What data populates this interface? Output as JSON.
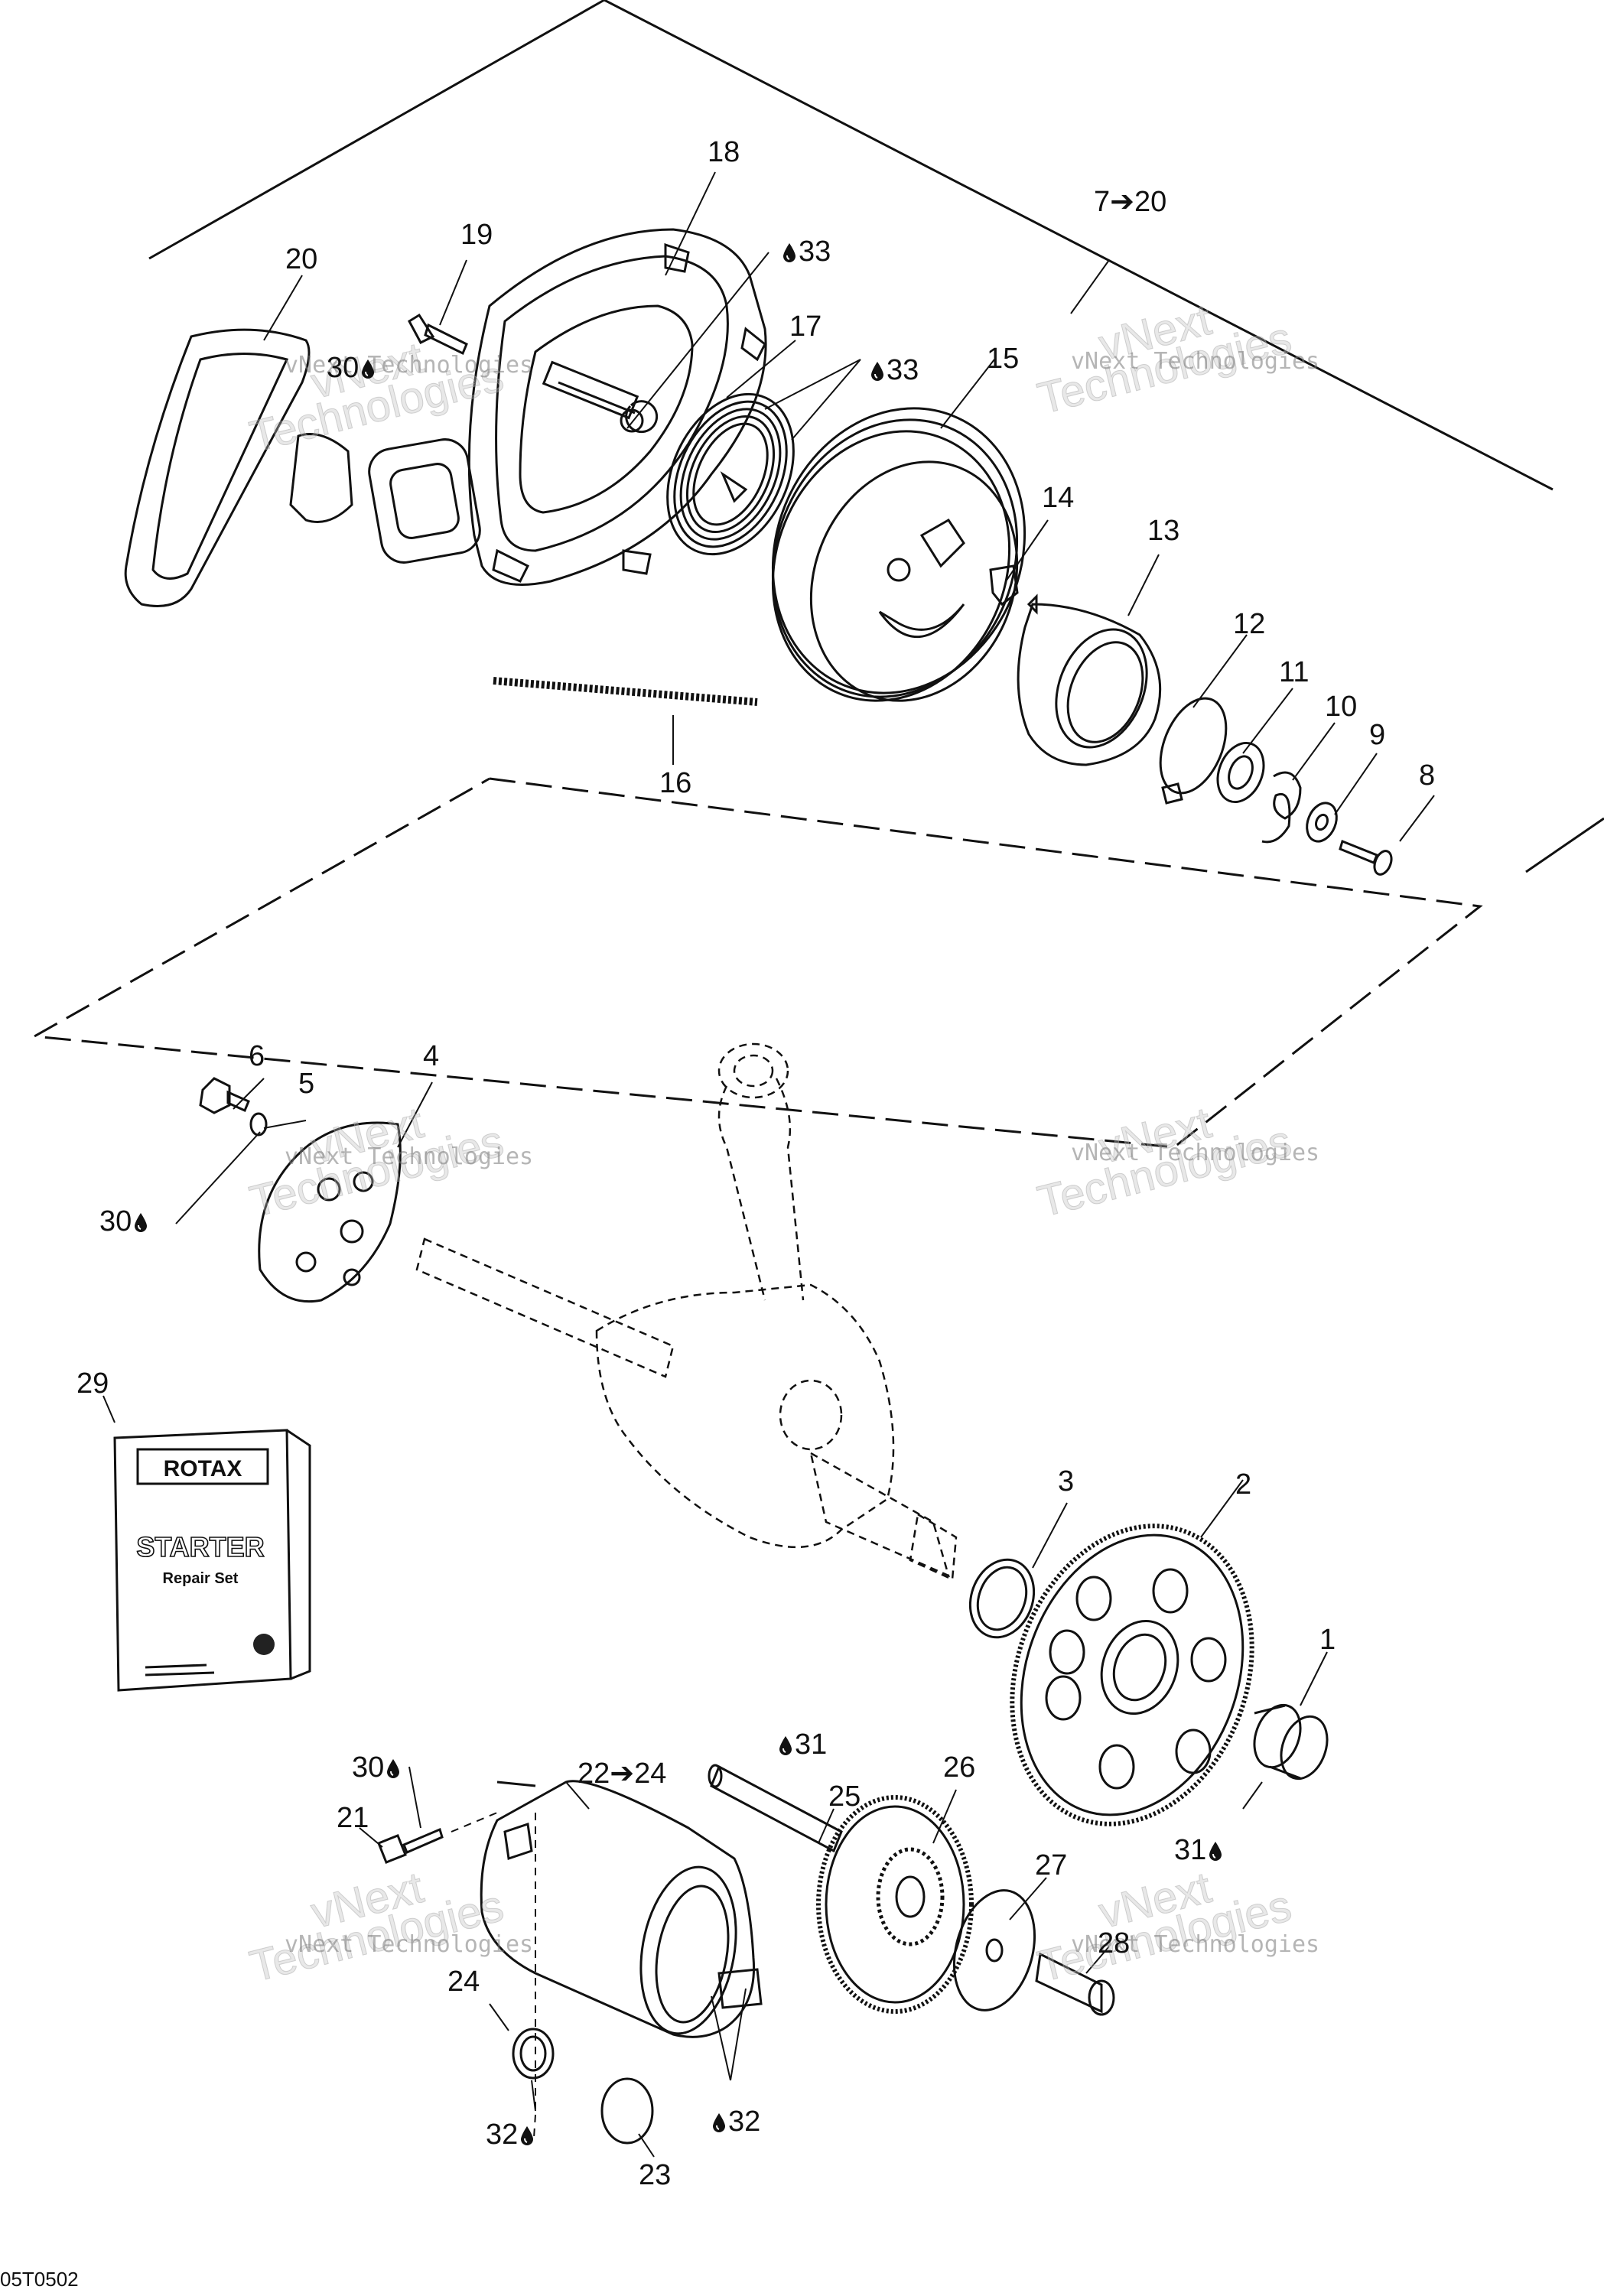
{
  "diagram_ref": "05T0502",
  "watermark": {
    "line1": "vNext",
    "line2": "Technologies",
    "text": "vNext Technologies"
  },
  "repair_book": {
    "brand": "ROTAX",
    "title": "STARTER",
    "subtitle": "Repair Set"
  },
  "callouts": [
    {
      "id": "c1",
      "text": "1"
    },
    {
      "id": "c2",
      "text": "2"
    },
    {
      "id": "c3",
      "text": "3"
    },
    {
      "id": "c4",
      "text": "4"
    },
    {
      "id": "c5",
      "text": "5"
    },
    {
      "id": "c6",
      "text": "6"
    },
    {
      "id": "c7",
      "text": "7➔20"
    },
    {
      "id": "c8",
      "text": "8"
    },
    {
      "id": "c9",
      "text": "9"
    },
    {
      "id": "c10",
      "text": "10"
    },
    {
      "id": "c11",
      "text": "11"
    },
    {
      "id": "c12",
      "text": "12"
    },
    {
      "id": "c13",
      "text": "13"
    },
    {
      "id": "c14",
      "text": "14"
    },
    {
      "id": "c15",
      "text": "15"
    },
    {
      "id": "c16",
      "text": "16"
    },
    {
      "id": "c17",
      "text": "17"
    },
    {
      "id": "c18",
      "text": "18"
    },
    {
      "id": "c19",
      "text": "19"
    },
    {
      "id": "c20",
      "text": "20"
    },
    {
      "id": "c21",
      "text": "21"
    },
    {
      "id": "c22",
      "text": "22➔24"
    },
    {
      "id": "c23",
      "text": "23"
    },
    {
      "id": "c24",
      "text": "24"
    },
    {
      "id": "c25",
      "text": "25"
    },
    {
      "id": "c26",
      "text": "26"
    },
    {
      "id": "c27",
      "text": "27"
    },
    {
      "id": "c28",
      "text": "28"
    },
    {
      "id": "c29",
      "text": "29"
    },
    {
      "id": "c30a",
      "text": "30"
    },
    {
      "id": "c30b",
      "text": "30"
    },
    {
      "id": "c30c",
      "text": "30"
    },
    {
      "id": "c31a",
      "text": "31"
    },
    {
      "id": "c31b",
      "text": "31"
    },
    {
      "id": "c32a",
      "text": "32"
    },
    {
      "id": "c32b",
      "text": "32"
    },
    {
      "id": "c33a",
      "text": "33"
    },
    {
      "id": "c33b",
      "text": "33"
    }
  ]
}
